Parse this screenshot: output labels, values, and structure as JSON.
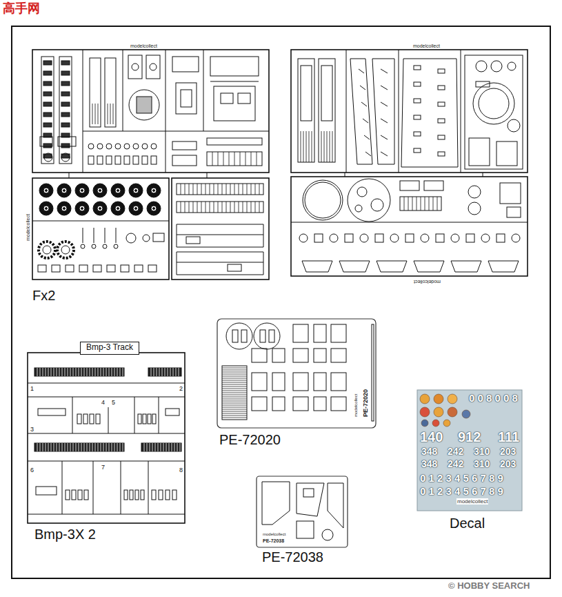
{
  "diagram": {
    "nodes": [
      {
        "text": [
          "Fx2"
        ]
      },
      {
        "text": [
          "Bmp-3 Track",
          "Bmp-3X 2"
        ]
      },
      {
        "text": [
          "PE-72020"
        ]
      },
      {
        "text": [
          "PE-72038"
        ]
      },
      {
        "text": [
          "Decal"
        ]
      }
    ],
    "labels": [
      "高手网",
      "modelcollect",
      "modelcollect",
      "modelcollect",
      "modelcollect",
      "1",
      "2",
      "3",
      "4",
      "5",
      "6",
      "7",
      "8",
      "PE-72020",
      "modelcollect",
      "modelcollect",
      "PE-72038",
      "0 0 8 0 0 8",
      "140",
      "912",
      "111",
      "348",
      "242",
      "310",
      "203",
      "348",
      "242",
      "310",
      "203",
      "0 1 2 3 4 5 6 7 8 9",
      "0 1 2 3 4 5 6 7 8 9",
      "modelcollect",
      "© HOBBY SEARCH"
    ]
  }
}
